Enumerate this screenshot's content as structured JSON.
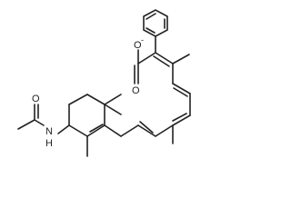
{
  "molecule": {
    "atoms": {
      "carboxylate_top_o": "O",
      "carboxylate_top_charge": "-",
      "carboxylate_o": "O",
      "amide_o": "O",
      "amide_n": "N",
      "amide_h": "H"
    },
    "colors": {
      "bond": "#222222",
      "background": "#ffffff"
    }
  }
}
